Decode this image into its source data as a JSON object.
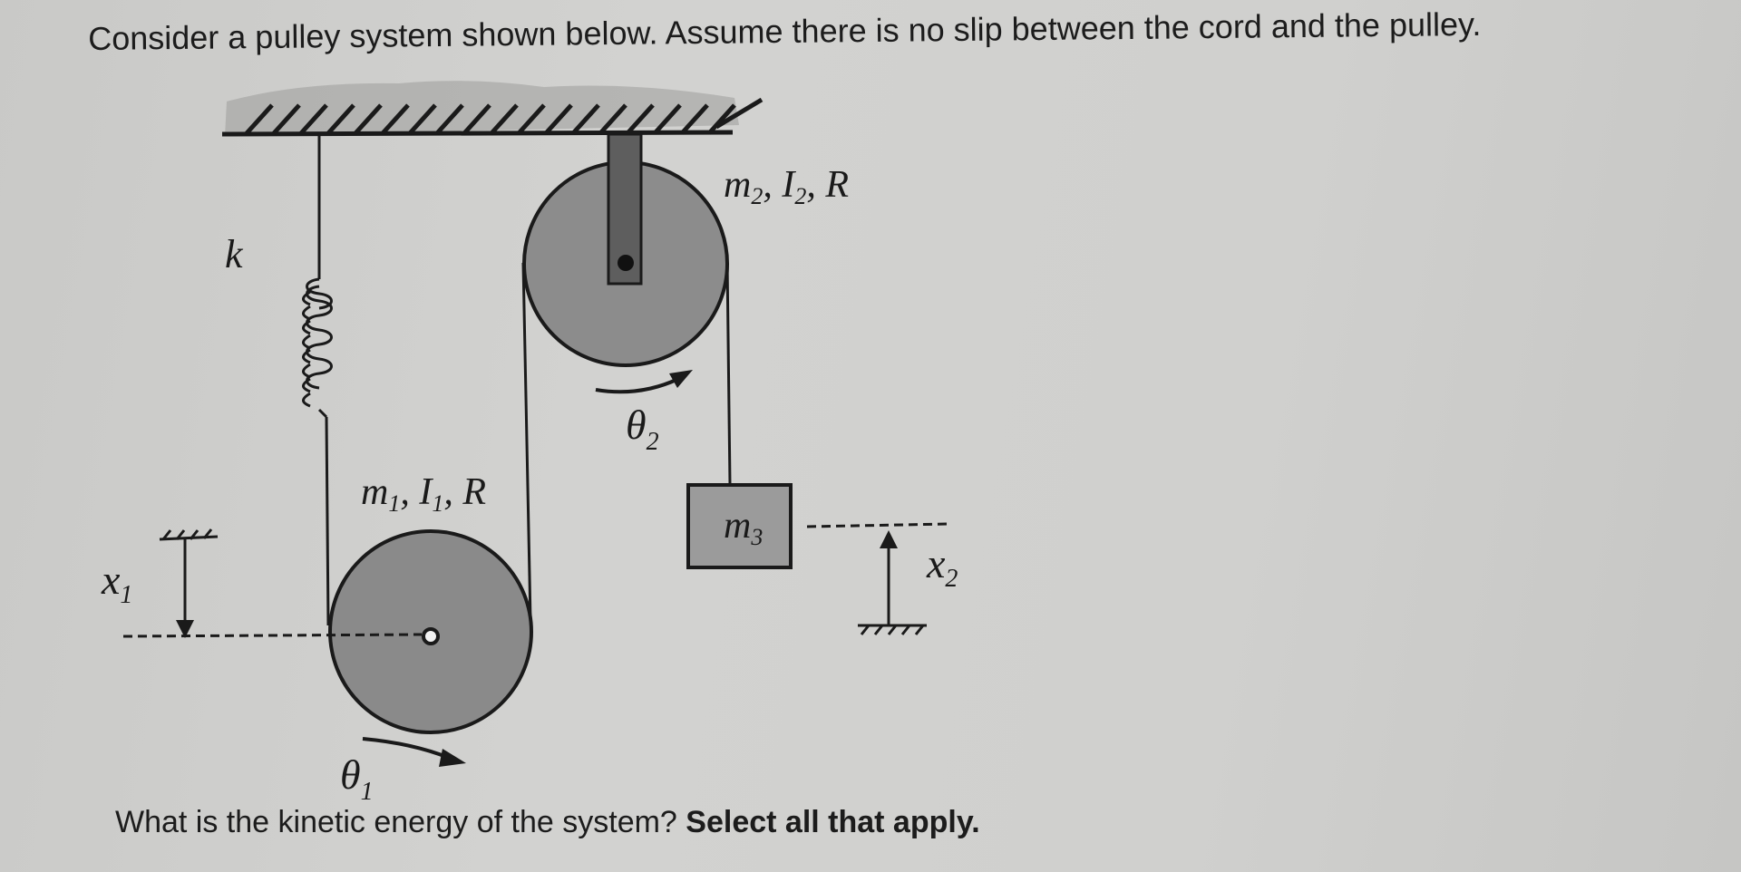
{
  "question_text": "Consider a pulley system shown below. Assume there is no slip between the cord and the pulley.",
  "prompt": {
    "text": "What is the kinetic energy of the system?",
    "bold_text": "Select all that apply."
  },
  "diagram": {
    "spring_label": "k",
    "top_pulley": {
      "m": "m",
      "m_sub": "2",
      "I": "I",
      "I_sub": "2",
      "R": "R"
    },
    "bottom_pulley": {
      "m": "m",
      "m_sub": "1",
      "I": "I",
      "I_sub": "1",
      "R": "R"
    },
    "block": {
      "m": "m",
      "m_sub": "3"
    },
    "theta2": {
      "symbol": "θ",
      "sub": "2"
    },
    "theta1": {
      "symbol": "θ",
      "sub": "1"
    },
    "x1": {
      "symbol": "x",
      "sub": "1"
    },
    "x2": {
      "symbol": "x",
      "sub": "2"
    },
    "sep": ", ",
    "colors": {
      "pulley_fill": "#8a8a8a",
      "bracket_fill": "#5a5a5a",
      "block_fill": "#9a9a9a",
      "line": "#1a1a1a"
    }
  }
}
